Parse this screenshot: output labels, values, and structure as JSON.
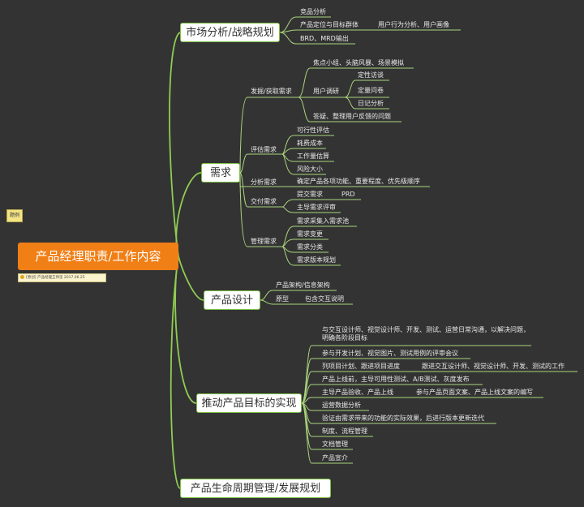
{
  "root": {
    "label": "产品经理职责/工作内容",
    "note": "[原创] 产品经理王伟坚 2017.06.25"
  },
  "hint_label": "题例",
  "main": {
    "market": {
      "label": "市场分析/战略规划",
      "items": [
        "竞品分析",
        "产品定位与目标群体",
        "用户行为分析、用户画像",
        "BRD、MRD输出"
      ]
    },
    "demand": {
      "label": "需求",
      "gather": {
        "label": "发掘/获取需求",
        "item1": "焦点小组、头脑风暴、场景模拟",
        "research": {
          "label": "用户调研",
          "items": [
            "定性访谈",
            "定量问卷",
            "日记分析"
          ]
        },
        "item3": "答疑、整理用户反馈的问题"
      },
      "evaluate": {
        "label": "评估需求",
        "items": [
          "可行性评估",
          "耗费成本",
          "工作量估算",
          "风险大小"
        ]
      },
      "analyze": {
        "label": "分析需求",
        "items": [
          "确定产品各项功能、重要程度、优先级顺序"
        ]
      },
      "deliver": {
        "label": "交付需求",
        "items": [
          "提交需求",
          "PRD",
          "主导需求评审"
        ]
      },
      "manage": {
        "label": "管理需求",
        "items": [
          "需求采集入需求池",
          "需求变更",
          "需求分类",
          "需求版本规划"
        ]
      }
    },
    "design": {
      "label": "产品设计",
      "items": [
        "产品架构/信息架构",
        "原型",
        "包含交互说明"
      ]
    },
    "promote": {
      "label": "推动产品目标的实现",
      "items": [
        "与交互设计师、视觉设计师、开发、测试、运营日常沟通，以解决问题，明确各阶段目标",
        "参与开发计划、视觉图片、测试用例的评审会议",
        "列项目计划、跟进项目进度",
        "跟进交互设计师、视觉设计师、开发、测试的工作",
        "产品上线前，主导可用性测试、A/B测试、灰度发布",
        "主导产品验收、产品上线",
        "参与产品页面文案、产品上线文案的编写",
        "运营数据分析",
        "验证由需求带来的功能的实际效果，后进行版本更新迭代",
        "制度、流程管理",
        "文档管理",
        "产品宣介"
      ]
    },
    "lifecycle": {
      "label": "产品生命周期管理/发展规划"
    }
  },
  "colors": {
    "background": "#333333",
    "branch": "#7bc043",
    "root": "#f07f16",
    "line": "#9fd364"
  }
}
